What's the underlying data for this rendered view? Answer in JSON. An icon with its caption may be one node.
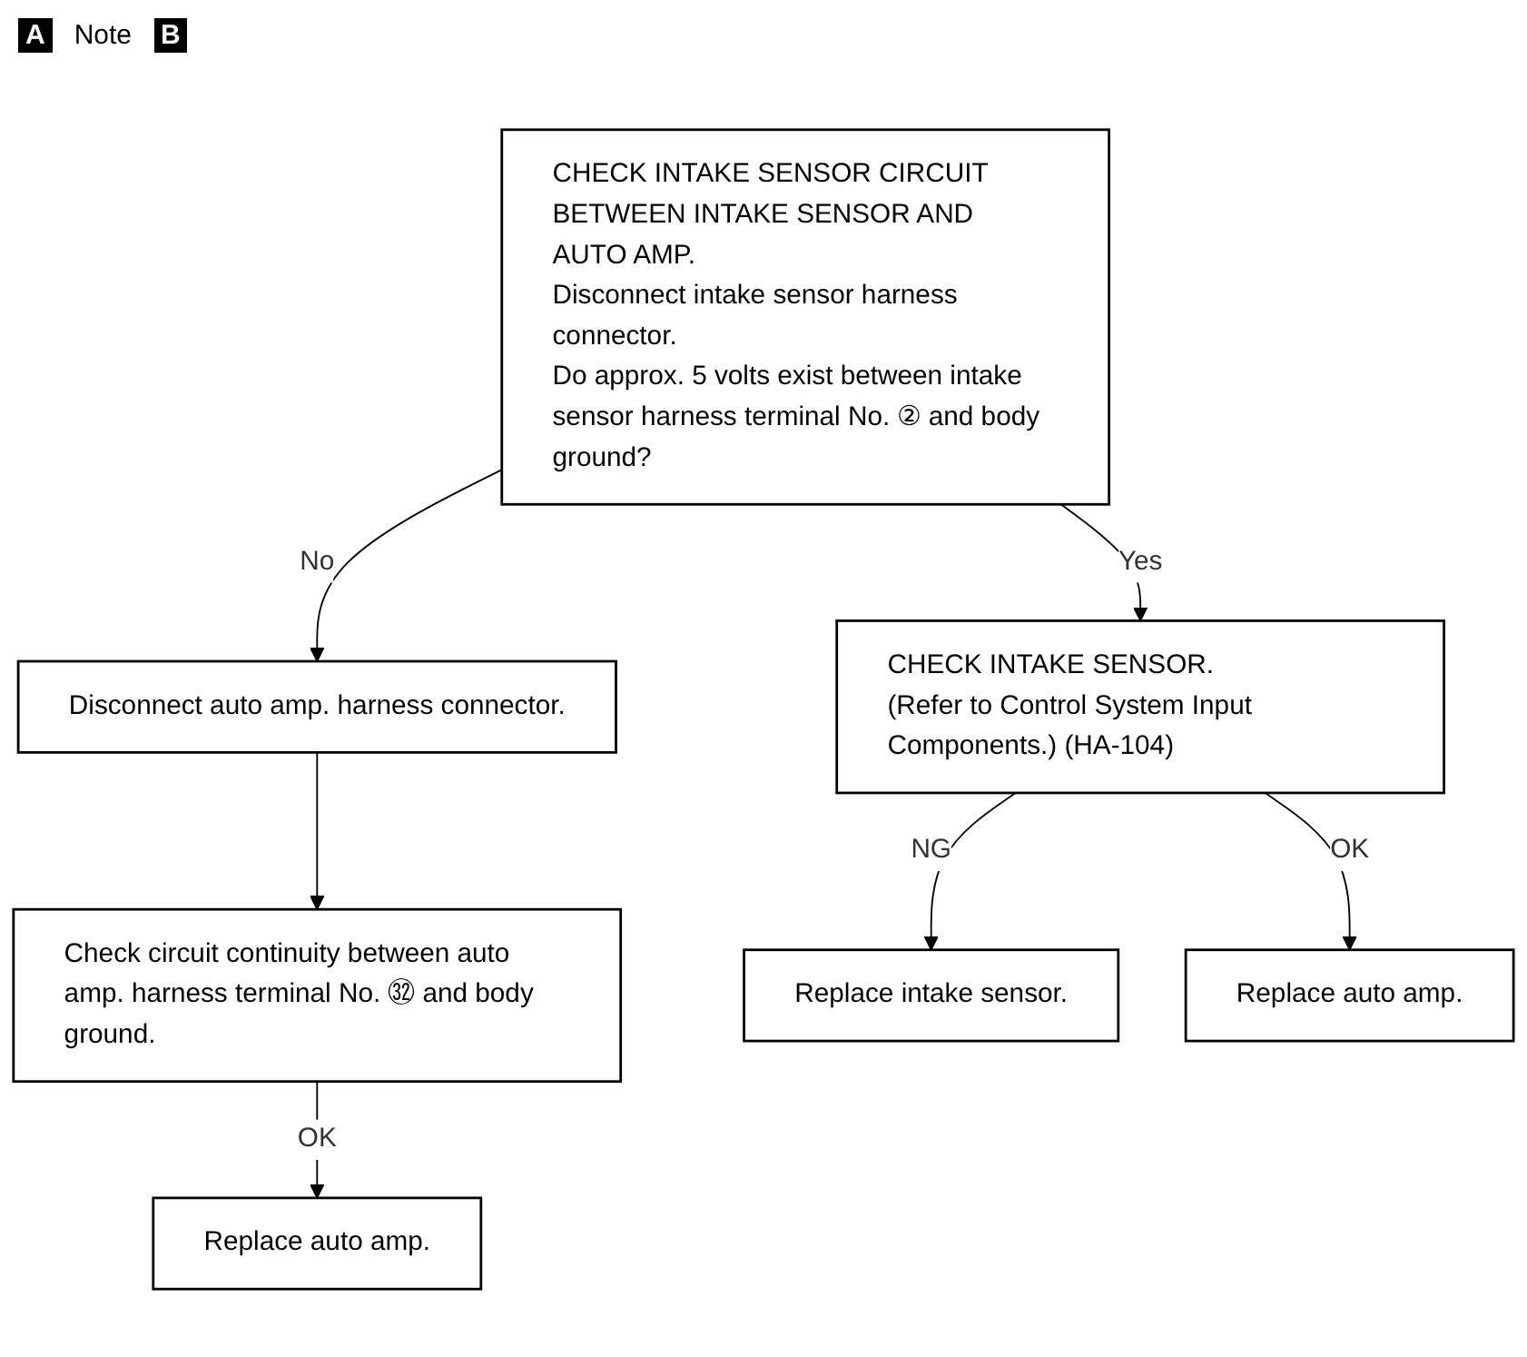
{
  "diagram": {
    "nodes": [
      {
        "text": [
          "CHECK INTAKE SENSOR CIRCUIT BETWEEN INTAKE SENSOR AND AUTO AMP.",
          "Disconnect intake sensor harness connector.",
          "Do approx. 5 volts exist between intake sensor harness terminal No. ② and body ground?"
        ]
      },
      {
        "text": [
          "Disconnect auto amp. harness connector."
        ]
      },
      {
        "text": [
          "Check circuit continuity between auto amp. harness terminal No. ㉜ and body ground."
        ]
      },
      {
        "text": [
          "Replace auto amp."
        ]
      },
      {
        "text": [
          "CHECK INTAKE SENSOR.",
          "(Refer to Control System Input Components.) (HA-104)"
        ]
      },
      {
        "text": [
          "Replace intake sensor."
        ]
      },
      {
        "text": [
          "Replace auto amp."
        ]
      }
    ],
    "edges": [
      {
        "from": 0,
        "to": 1,
        "arrow": "to",
        "label": "No"
      },
      {
        "from": 1,
        "to": 2,
        "arrow": "to"
      },
      {
        "from": 2,
        "to": 3,
        "arrow": "to",
        "label": "OK"
      },
      {
        "from": 0,
        "to": 4,
        "arrow": "to",
        "label": "Yes"
      },
      {
        "from": 4,
        "to": 5,
        "arrow": "to",
        "label": "NG"
      },
      {
        "from": 4,
        "to": 6,
        "arrow": "to",
        "label": "OK"
      }
    ],
    "labels": [
      "A",
      "Note",
      "B"
    ]
  }
}
